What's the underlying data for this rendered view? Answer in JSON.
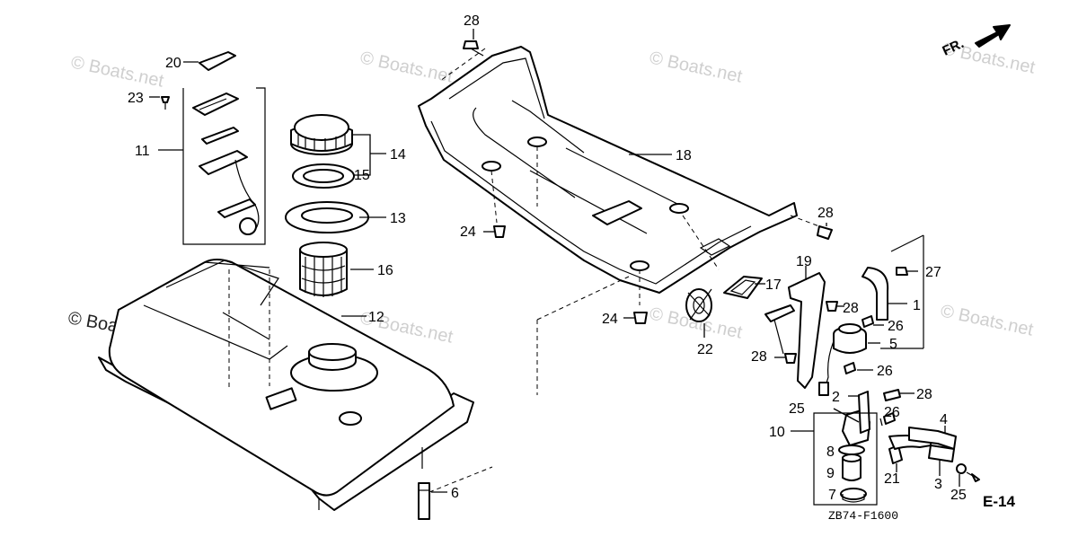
{
  "diagram": {
    "labels": {
      "l1": "1",
      "l2": "2",
      "l3": "3",
      "l4": "4",
      "l5": "5",
      "l6": "6",
      "l7": "7",
      "l8": "8",
      "l9": "9",
      "l10": "10",
      "l11": "11",
      "l12": "12",
      "l13": "13",
      "l14": "14",
      "l15": "15",
      "l16": "16",
      "l17": "17",
      "l18": "18",
      "l19": "19",
      "l20": "20",
      "l21": "21",
      "l22": "22",
      "l23": "23",
      "l24a": "24",
      "l24b": "24",
      "l25a": "25",
      "l25b": "25",
      "l26a": "26",
      "l26b": "26",
      "l26c": "26",
      "l27": "27",
      "l28a": "28",
      "l28b": "28",
      "l28c": "28",
      "l28d": "28",
      "l28e": "28"
    },
    "direction_label": "FR.",
    "section_code": "E-14",
    "drawing_code": "ZB74-F1600",
    "watermark": "© Boats.net"
  }
}
